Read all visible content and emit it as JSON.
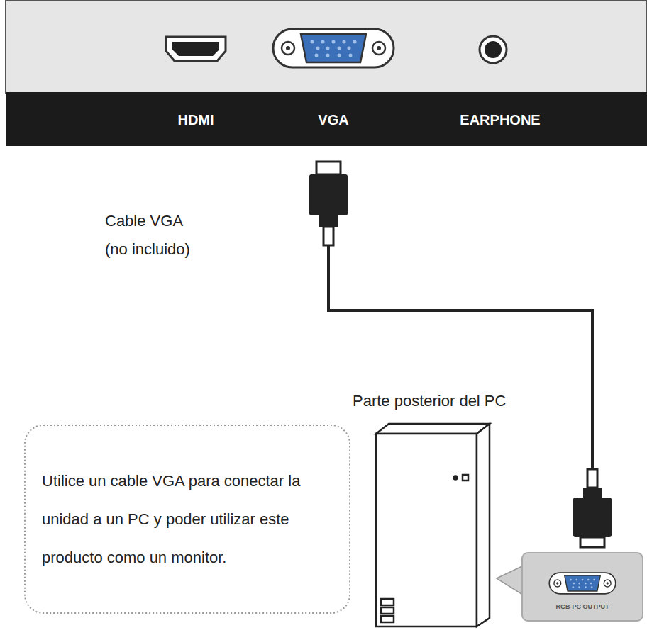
{
  "diagram": {
    "nodes": [
      {
        "text": [
          "Utilice un cable VGA para conectar la unidad a un PC y poder utilizar este producto como un monitor."
        ]
      },
      {
        "text": [
          "RGB-PC OUTPUT"
        ]
      }
    ],
    "labels": [
      "HDMI",
      "VGA",
      "EARPHONE",
      "Cable VGA",
      "(no incluido)",
      "Parte posterior del PC"
    ]
  }
}
